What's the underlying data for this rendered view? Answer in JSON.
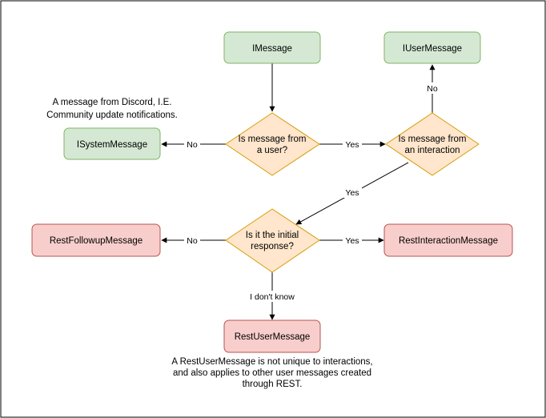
{
  "nodes": {
    "imessage": {
      "label": "IMessage",
      "color": "#d5e8d4",
      "stroke": "#82b366"
    },
    "iusermessage": {
      "label": "IUserMessage",
      "color": "#d5e8d4",
      "stroke": "#82b366"
    },
    "isystemmessage": {
      "label": "ISystemMessage",
      "color": "#d5e8d4",
      "stroke": "#82b366"
    },
    "decision_user": {
      "lines": [
        "Is message from",
        "a user?"
      ],
      "color": "#ffe6cc",
      "stroke": "#d79b00"
    },
    "decision_interaction": {
      "lines": [
        "Is message from",
        "an interaction"
      ],
      "color": "#ffe6cc",
      "stroke": "#d79b00"
    },
    "decision_initial": {
      "lines": [
        "Is it the initial",
        "response?"
      ],
      "color": "#ffe6cc",
      "stroke": "#d79b00"
    },
    "restfollowup": {
      "label": "RestFollowupMessage",
      "color": "#f8cecc",
      "stroke": "#b85450"
    },
    "restinteraction": {
      "label": "RestInteractionMessage",
      "color": "#f8cecc",
      "stroke": "#b85450"
    },
    "restuser": {
      "label": "RestUserMessage",
      "color": "#f8cecc",
      "stroke": "#b85450"
    }
  },
  "edge_labels": {
    "user_no": "No",
    "user_yes": "Yes",
    "interaction_no": "No",
    "interaction_yes": "Yes",
    "initial_no": "No",
    "initial_yes": "Yes",
    "initial_unknown": "I don't know"
  },
  "notes": {
    "system_note": [
      "A message from Discord, I.E.",
      "Community update notifications."
    ],
    "restuser_note": [
      "A RestUserMessage is not unique to interactions,",
      "and also applies to other user messages created",
      "through REST."
    ]
  }
}
